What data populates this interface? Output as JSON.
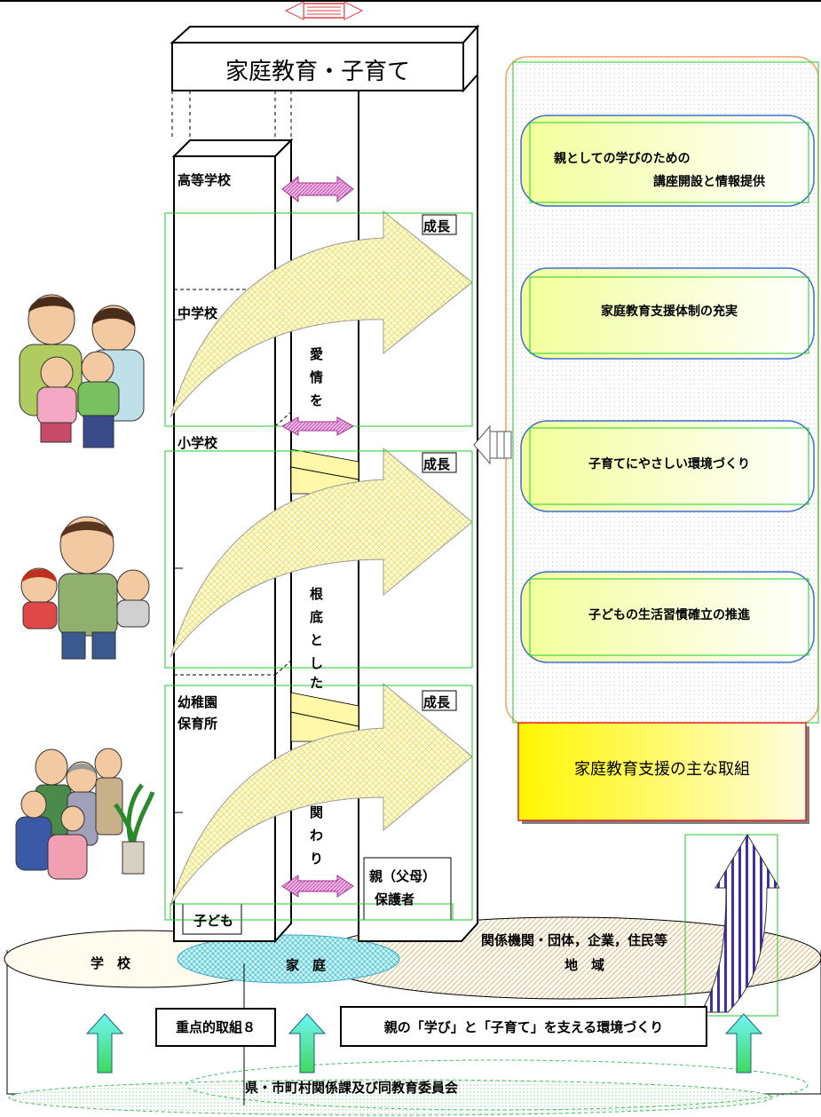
{
  "tower": {
    "title": "家庭教育・子育て",
    "stages": {
      "high_school": "高等学校",
      "middle_school": "中学校",
      "elementary": "小学校",
      "kindergarten": [
        "幼稚園",
        "保育所"
      ]
    },
    "child": "子ども",
    "parent": [
      "親（父母）",
      "保護者"
    ],
    "growth_label": "成長",
    "vertical_phrase": [
      "愛",
      "情",
      "を",
      "根",
      "底",
      "と",
      "し",
      "た",
      "関",
      "わ",
      "り"
    ]
  },
  "measures": {
    "items": [
      [
        "親としての学びのための",
        "講座開設と情報提供"
      ],
      [
        "家庭教育支援体制の充実"
      ],
      [
        "子育てにやさしい環境づくり"
      ],
      [
        "子どもの生活習慣確立の推進"
      ]
    ],
    "caption": "家庭教育支援の主な取組"
  },
  "base": {
    "school": "学　校",
    "home": "家　庭",
    "community": [
      "関係機関・団体，企業，住民等",
      "地　域"
    ],
    "priority": "重点的取組８",
    "theme": "親の「学び」と「子育て」を支える環境づくり",
    "foundation": "県・市町村関係課及び同教育委員会"
  },
  "colors": {
    "arrow_fill": "#fffbb0",
    "panel_border": "#f0a060",
    "rounded_box_border": "#3a6fd0",
    "yellow": "#ffff00",
    "pink": "#e890d8",
    "cyan": "#60f0f0",
    "green_grid": "#22cc22",
    "red_frame": "#e02020"
  }
}
